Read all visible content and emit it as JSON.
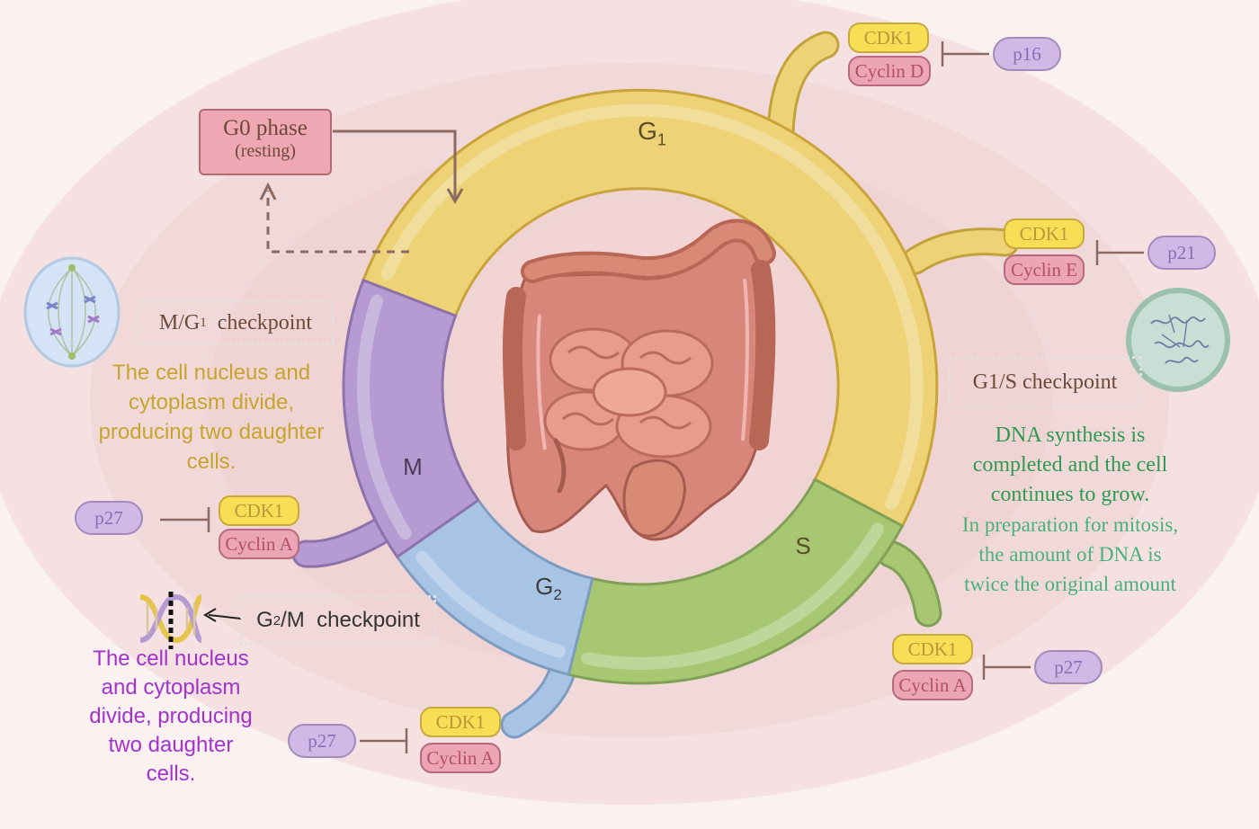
{
  "colors": {
    "g1": "#eed276",
    "s": "#a7c773",
    "g2": "#a8c4e4",
    "m": "#b59bd2",
    "background": "#f4dcdc",
    "text_yellow": "#c7a52d",
    "text_green": "#2e9a52",
    "text_purple": "#a233cc"
  },
  "phases": {
    "g1": {
      "base": "G",
      "sub": "1"
    },
    "s": {
      "label": "S"
    },
    "g2": {
      "base": "G",
      "sub": "2"
    },
    "m": {
      "label": "M"
    }
  },
  "g0_box": {
    "title": "G0 phase",
    "subtitle": "(resting)"
  },
  "checkpoints": {
    "mg1": {
      "pre": "M/G",
      "sub": "1",
      "post": "  checkpoint"
    },
    "g1s": {
      "label": "G1/S  checkpoint"
    },
    "g2m": {
      "pre": "G",
      "sub": "2",
      "post": "/M  checkpoint"
    }
  },
  "descriptions": {
    "mg1": [
      "The cell nucleus and",
      "cytoplasm divide,",
      "producing two daughter",
      "cells."
    ],
    "g1s": [
      "DNA synthesis is",
      "completed and the cell",
      "continues to grow."
    ],
    "g1s_extra": [
      "In preparation for mitosis,",
      "the amount of DNA is",
      "twice the original amount"
    ],
    "g2m": [
      "The cell nucleus",
      "and cytoplasm",
      "divide, producing",
      "two daughter",
      "cells."
    ]
  },
  "regulators": [
    {
      "id": "g1-top",
      "cdk": "CDK1",
      "cyclin": "Cyclin D",
      "inhibitor": "p16"
    },
    {
      "id": "g1-right",
      "cdk": "CDK1",
      "cyclin": "Cyclin E",
      "inhibitor": "p21"
    },
    {
      "id": "s-right",
      "cdk": "CDK1",
      "cyclin": "Cyclin A",
      "inhibitor": "p27"
    },
    {
      "id": "g2-bottom",
      "cdk": "CDK1",
      "cyclin": "Cyclin A",
      "inhibitor": "p27"
    },
    {
      "id": "m-left",
      "cdk": "CDK1",
      "cyclin": "Cyclin A",
      "inhibitor": "p27"
    }
  ],
  "icons": {
    "mitosis": "mitotic-spindle-cell-icon",
    "dna_cell": "cell-with-dna-icon",
    "dna_helix": "dna-helix-icon",
    "intestine": "intestine-icon"
  }
}
